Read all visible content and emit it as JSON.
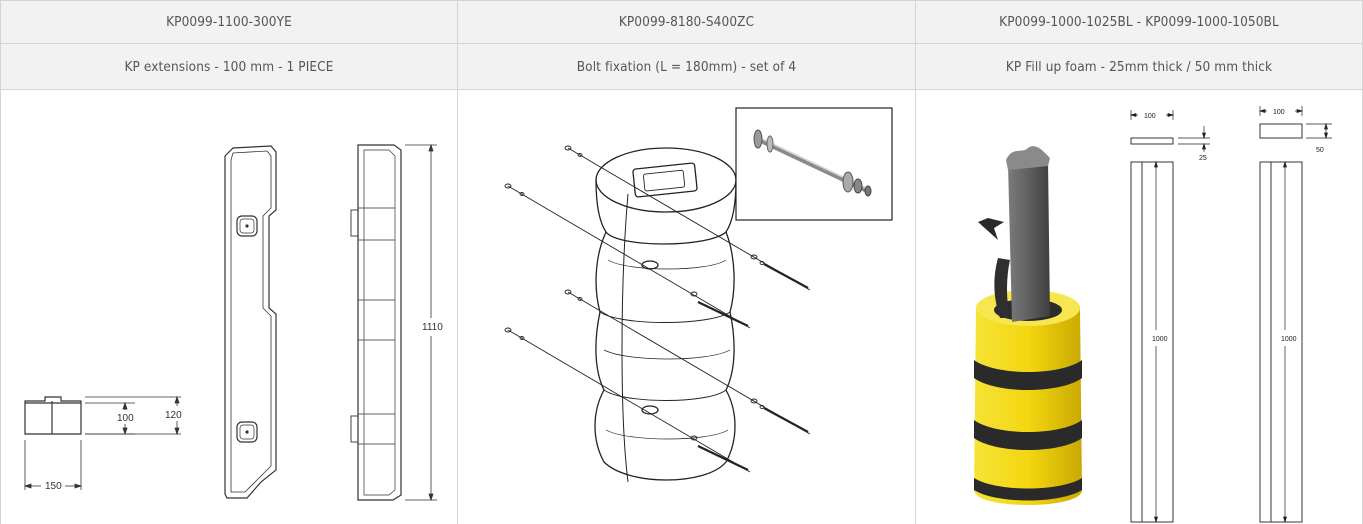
{
  "columns": [
    {
      "code": "KP0099-1100-300YE",
      "description": "KP extensions - 100 mm - 1 PIECE"
    },
    {
      "code": "KP0099-8180-S400ZC",
      "description": "Bolt fixation (L = 180mm) - set of 4"
    },
    {
      "code": "KP0099-1000-1025BL - KP0099-1000-1050BL",
      "description": "KP Fill up foam - 25mm thick / 50 mm thick"
    }
  ],
  "drawing1": {
    "width": "150",
    "height_small": "100",
    "height_large": "120",
    "length": "1110"
  },
  "drawing3": {
    "foam25": {
      "width": "100",
      "thickness": "25",
      "length": "1000"
    },
    "foam50": {
      "width": "100",
      "thickness": "50",
      "length": "1000"
    }
  },
  "colors": {
    "header_bg": "#f2f2f2",
    "border": "#d4d4d4",
    "text": "#555555",
    "yellow": "#f4dd13",
    "black_band": "#2a2a2a"
  }
}
